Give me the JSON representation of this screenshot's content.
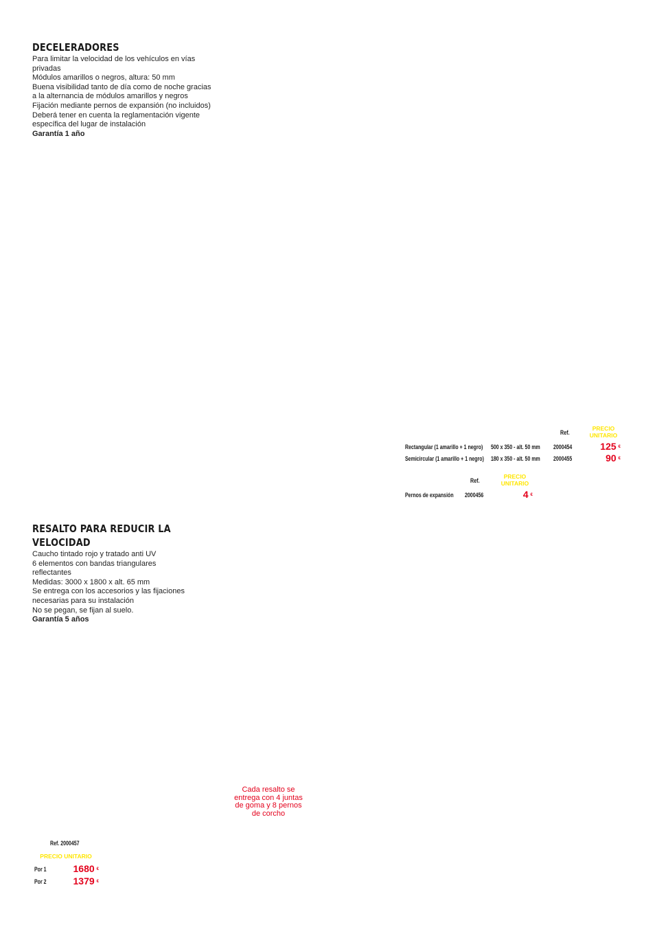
{
  "section1": {
    "title": "DECELERADORES",
    "lines": [
      "Para limitar la velocidad de los vehículos en vías",
      "privadas",
      "Módulos amarillos o negros, altura: 50 mm",
      "Buena visibilidad tanto de día como de noche gracias",
      "a la alternancia de módulos amarillos y negros",
      "Fijación mediante pernos de expansión (no incluidos)",
      "Deberá tener en cuenta la reglamentación vigente",
      "específica del lugar de instalación"
    ],
    "warranty": "Garantía 1 año"
  },
  "table1": {
    "header_ref": "Ref.",
    "header_price": "PRECIO UNITARIO",
    "rows": [
      {
        "name": "Rectangular (1 amarillo + 1 negro)",
        "dims": "500 x 350 - alt. 50 mm",
        "ref": "2000454",
        "price": "125",
        "currency": "€"
      },
      {
        "name": "Semicircular (1 amarillo + 1 negro)",
        "dims": "180 x 350 - alt. 50 mm",
        "ref": "2000455",
        "price": "90",
        "currency": "€"
      }
    ]
  },
  "table2": {
    "header_ref": "Ref.",
    "header_price": "PRECIO UNITARIO",
    "row": {
      "name": "Pernos de expansión",
      "ref": "2000456",
      "price": "4",
      "currency": "€"
    }
  },
  "section2": {
    "title_line1": "RESALTO PARA REDUCIR LA",
    "title_line2": "VELOCIDAD",
    "lines": [
      "Caucho tintado rojo y tratado anti UV",
      "6 elementos con bandas triangulares",
      "reflectantes",
      "Medidas: 3000 x 1800 x alt. 65 mm",
      "Se entrega con los accesorios y las fijaciones",
      "necesarias para su instalación",
      "No se pegan, se fijan al suelo."
    ],
    "warranty": "Garantía 5 años"
  },
  "note": "Cada resalto se entrega con 4 juntas de goma y 8 pernos de corcho",
  "table3": {
    "ref_label": "Ref. 2000457",
    "header_price": "PRECIO UNITARIO",
    "rows": [
      {
        "qty": "Por 1",
        "price": "1680",
        "currency": "€"
      },
      {
        "qty": "Por 2",
        "price": "1379",
        "currency": "€"
      }
    ]
  },
  "colors": {
    "price_red": "#e3001b",
    "header_yellow": "#ffe600",
    "text": "#1a1a1a"
  }
}
